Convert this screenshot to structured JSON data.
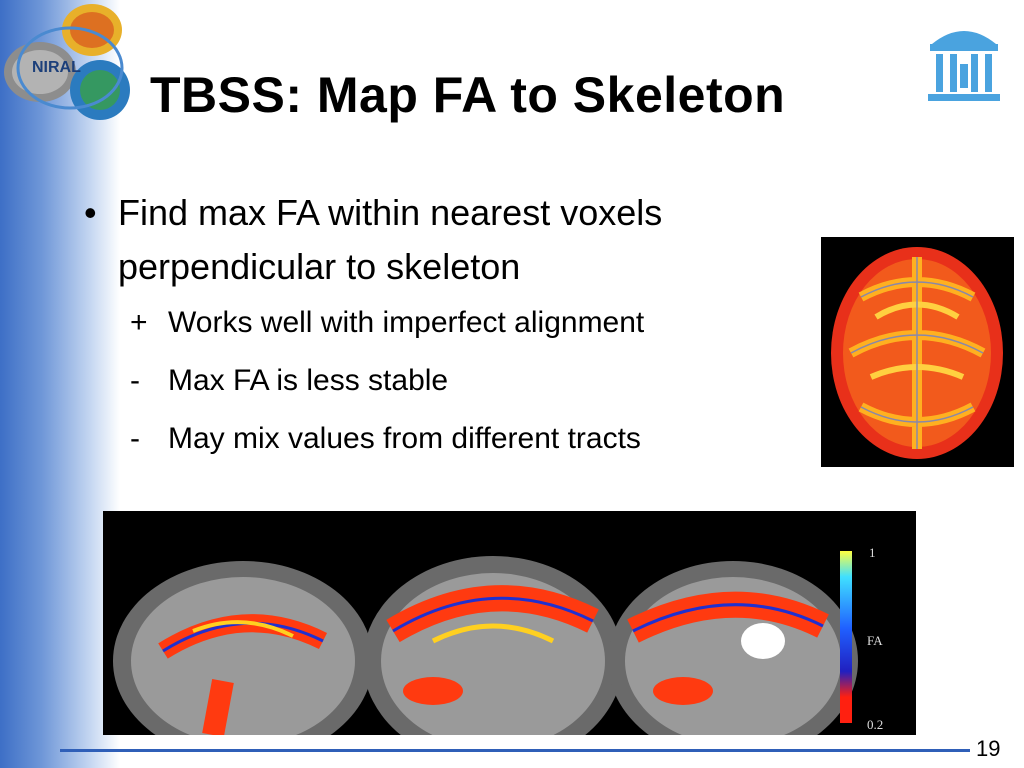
{
  "slide": {
    "title": "TBSS: Map FA to Skeleton",
    "page_number": "19",
    "logo_left_text": "NIRAL",
    "bullets": {
      "main": "Find max FA within nearest voxels perpendicular to skeleton",
      "sub": [
        {
          "marker": "+",
          "text": "Works well with imperfect alignment"
        },
        {
          "marker": "-",
          "text": "Max FA is less stable"
        },
        {
          "marker": "-",
          "text": "May mix values from different tracts"
        }
      ]
    },
    "colorbar": {
      "max_label": "1",
      "mid_label": "FA",
      "min_label": "0.2"
    }
  },
  "colors": {
    "accent_blue": "#2f5fb8",
    "gradient_blue": "#3d6fc6"
  }
}
